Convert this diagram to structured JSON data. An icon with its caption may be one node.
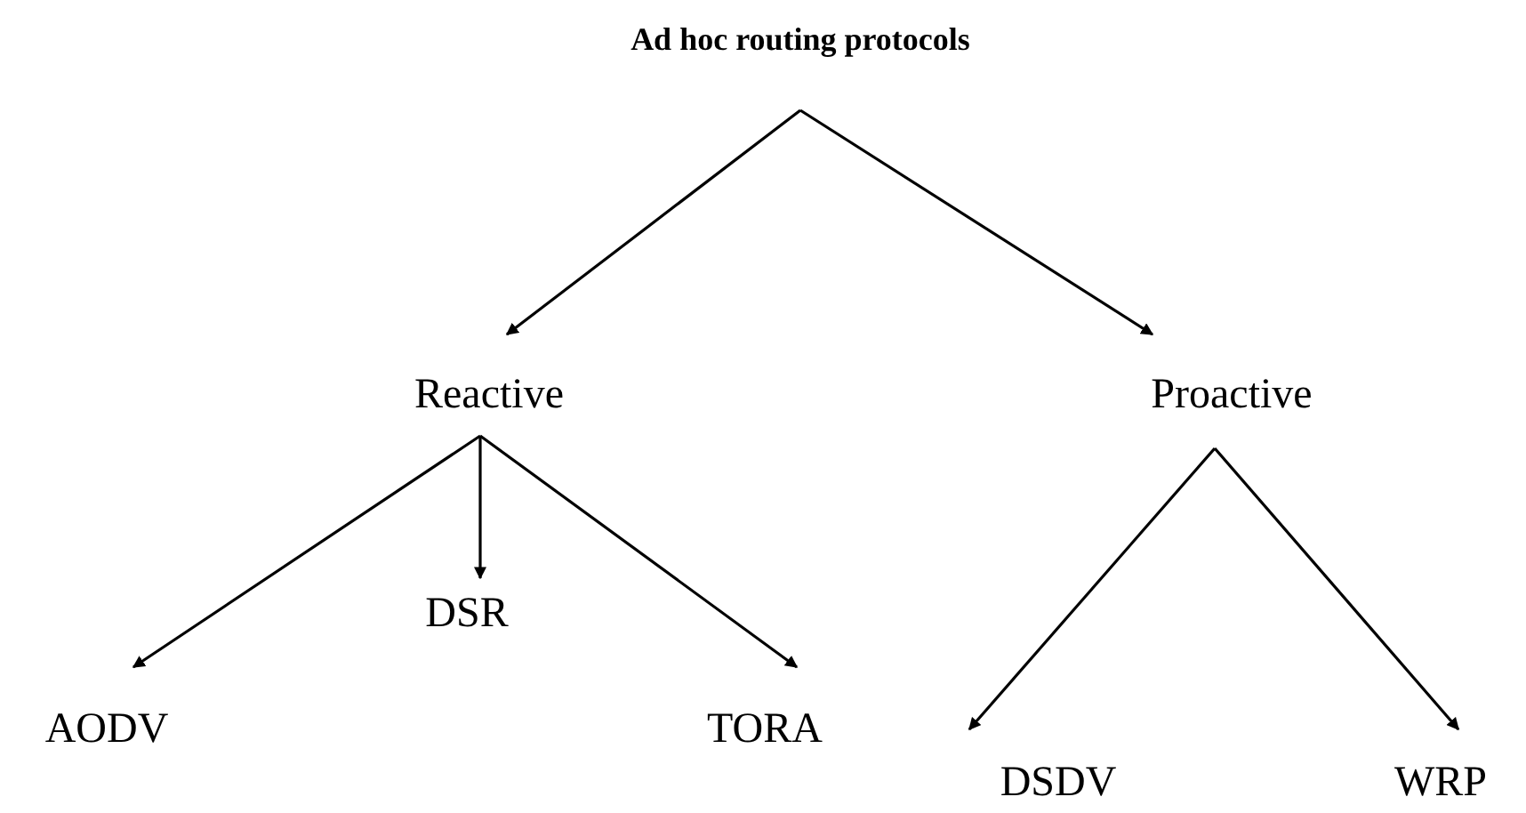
{
  "diagram": {
    "nodes": [
      {
        "text": [
          "Ad hoc routing protocols"
        ]
      },
      {
        "text": [
          "Reactive"
        ]
      },
      {
        "text": [
          "Proactive"
        ]
      },
      {
        "text": [
          "DSR"
        ]
      },
      {
        "text": [
          "AODV"
        ]
      },
      {
        "text": [
          "TORA"
        ]
      },
      {
        "text": [
          "DSDV"
        ]
      },
      {
        "text": [
          "WRP"
        ]
      }
    ],
    "edges": [
      {
        "from": 0,
        "to": 1,
        "arrow": "to"
      },
      {
        "from": 0,
        "to": 2,
        "arrow": "to"
      },
      {
        "from": 1,
        "to": 4,
        "arrow": "to"
      },
      {
        "from": 1,
        "to": 3,
        "arrow": "to"
      },
      {
        "from": 1,
        "to": 5,
        "arrow": "to"
      },
      {
        "from": 2,
        "to": 6,
        "arrow": "to"
      },
      {
        "from": 2,
        "to": 7,
        "arrow": "to"
      }
    ]
  }
}
